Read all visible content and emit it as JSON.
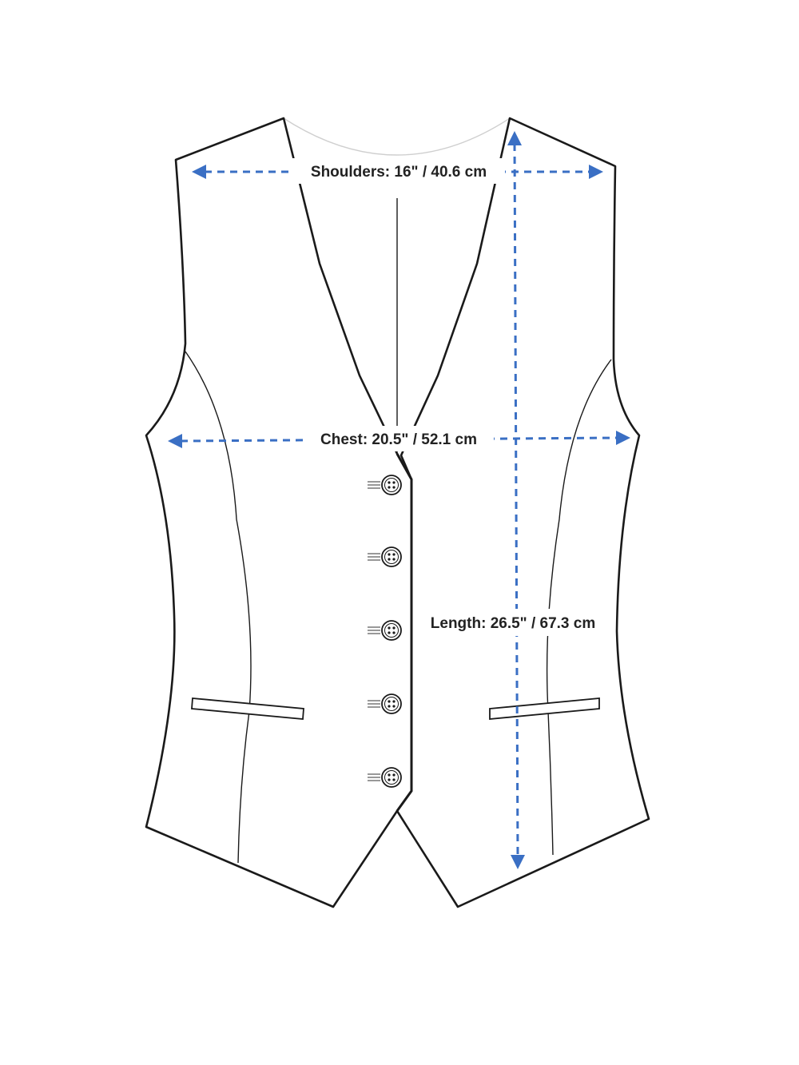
{
  "measurements": {
    "shoulders": "Shoulders: 16\" / 40.6 cm",
    "chest": "Chest: 20.5\" / 52.1 cm",
    "length": "Length: 26.5\" / 67.3 cm"
  },
  "colors": {
    "dimension_lines": "#3a6fc4",
    "outline": "#1a1a1a",
    "background": "#ffffff"
  },
  "garment": {
    "type": "vest",
    "buttons": 5,
    "pockets": 2
  }
}
